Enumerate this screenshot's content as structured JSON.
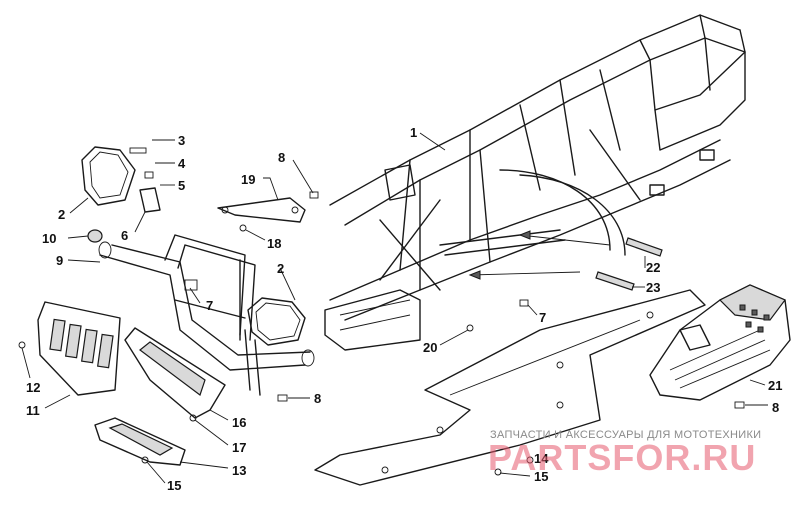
{
  "diagram": {
    "callouts": [
      "1",
      "2",
      "3",
      "4",
      "5",
      "6",
      "7",
      "8",
      "19",
      "18",
      "2",
      "10",
      "9",
      "7",
      "12",
      "11",
      "16",
      "8",
      "17",
      "13",
      "15",
      "14",
      "15",
      "20",
      "7",
      "22",
      "23",
      "21",
      "8"
    ],
    "watermark": {
      "caption": "ЗАПЧАСТИ И АКСЕССУАРЫ ДЛЯ МОТОТЕХНИКИ",
      "logo": "PARTSFOR.RU",
      "color": "#e65a6e"
    }
  }
}
